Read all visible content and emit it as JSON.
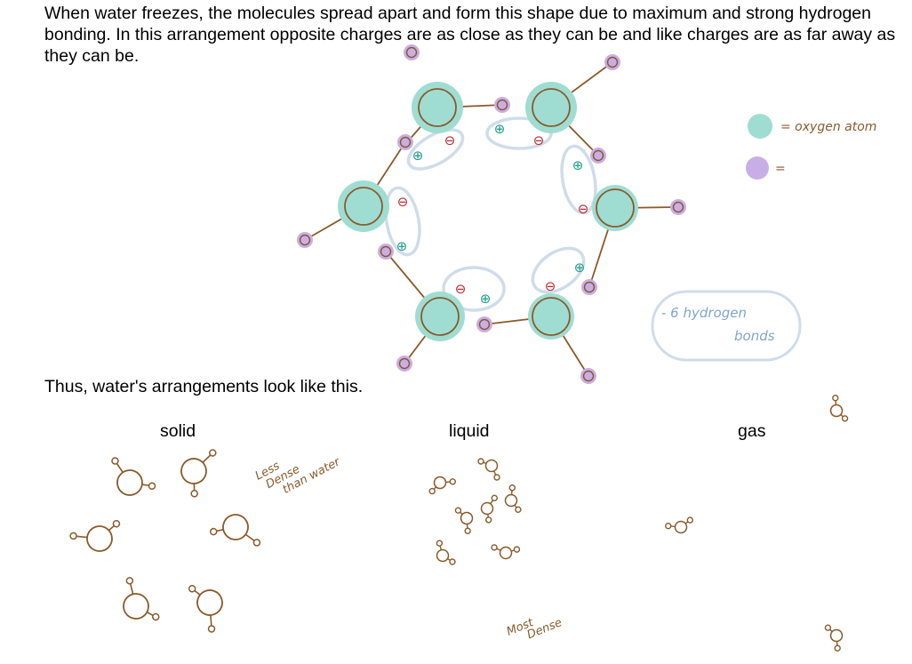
{
  "intro_text": "When water freezes, the molecules spread apart and form this shape due to maximum and strong hydrogen bonding. In this arrangement opposite charges are as close as they can be and like charges are as far away as they can be.",
  "legend": {
    "oxygen_label": "= oxygen atom",
    "hydrogen_label": "="
  },
  "hbond_note": {
    "line1": "- 6 hydrogen",
    "line2": "bonds"
  },
  "thus_text": "Thus, water's arrangements look like this.",
  "states": {
    "solid": "solid",
    "liquid": "liquid",
    "gas": "gas"
  },
  "notes": {
    "less_dense_1": "Less",
    "less_dense_2": "Dense",
    "less_dense_3": "than water",
    "most_dense_1": "Most",
    "most_dense_2": "Dense"
  },
  "charges": {
    "negative": "⊖",
    "positive": "⊕"
  },
  "colors": {
    "oxygen": "#9fddd2",
    "hydrogen": "#c9aee6",
    "bond": "#8a5a2b",
    "negative_charge": "#c0262b",
    "positive_charge": "#1d9b88",
    "hbond_outline": "#cfdcea",
    "note_blue": "#7fa6cc",
    "note_brown": "#8a5a2b"
  }
}
